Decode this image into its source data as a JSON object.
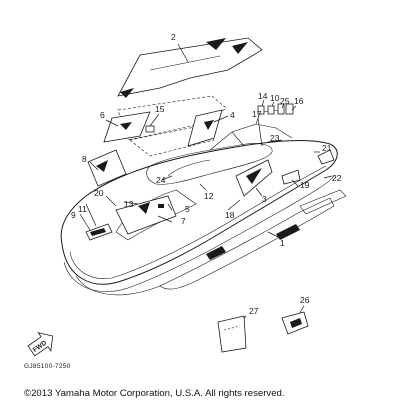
{
  "diagram": {
    "part_numbers": [
      "2",
      "15",
      "4",
      "6",
      "14",
      "10",
      "25",
      "16",
      "17",
      "23",
      "21",
      "22",
      "19",
      "8",
      "24",
      "12",
      "20",
      "13",
      "5",
      "7",
      "3",
      "18",
      "9",
      "11",
      "1",
      "27",
      "26"
    ],
    "fwd_label": "FWD",
    "drawing_code": "GJ85100-7250",
    "copyright": "©2013 Yamaha Motor Corporation, U.S.A. All rights reserved."
  }
}
